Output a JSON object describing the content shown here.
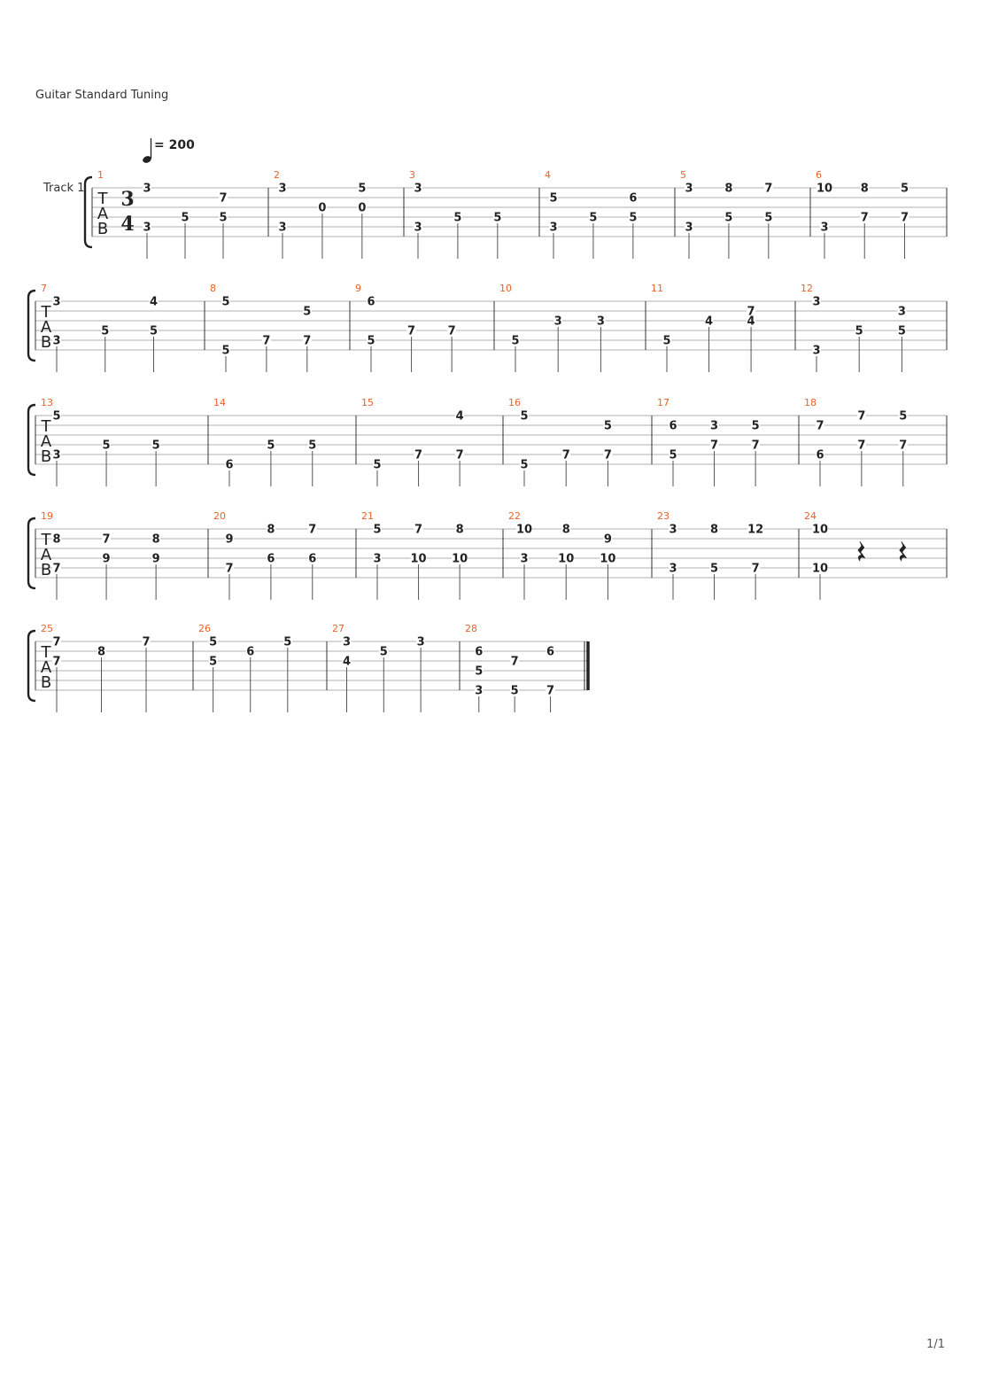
{
  "header": {
    "tuning": "Guitar Standard Tuning",
    "tempo_value": "= 200",
    "track_name": "Track 1",
    "time_signature": {
      "top": "3",
      "bottom": "4"
    },
    "tab_letters": [
      "T",
      "A",
      "B"
    ]
  },
  "footer": {
    "page": "1/1"
  },
  "colors": {
    "measure_number": "#e8622b",
    "staff": "#999999",
    "text": "#222222"
  },
  "systems": [
    {
      "measures": [
        {
          "n": "1",
          "beats": [
            [
              [
                1,
                "3"
              ],
              [
                5,
                "3"
              ]
            ],
            [
              [
                4,
                "5"
              ]
            ],
            [
              [
                2,
                "7"
              ],
              [
                4,
                "5"
              ]
            ]
          ]
        },
        {
          "n": "2",
          "beats": [
            [
              [
                1,
                "3"
              ],
              [
                5,
                "3"
              ]
            ],
            [
              [
                3,
                "0"
              ]
            ],
            [
              [
                1,
                "5"
              ],
              [
                3,
                "0"
              ]
            ]
          ]
        },
        {
          "n": "3",
          "beats": [
            [
              [
                1,
                "3"
              ],
              [
                5,
                "3"
              ]
            ],
            [
              [
                4,
                "5"
              ]
            ],
            [
              [
                4,
                "5"
              ]
            ]
          ]
        },
        {
          "n": "4",
          "beats": [
            [
              [
                2,
                "5"
              ],
              [
                5,
                "3"
              ]
            ],
            [
              [
                4,
                "5"
              ]
            ],
            [
              [
                2,
                "6"
              ],
              [
                4,
                "5"
              ]
            ]
          ]
        },
        {
          "n": "5",
          "beats": [
            [
              [
                1,
                "3"
              ],
              [
                5,
                "3"
              ]
            ],
            [
              [
                1,
                "8"
              ],
              [
                4,
                "5"
              ]
            ],
            [
              [
                1,
                "7"
              ],
              [
                4,
                "5"
              ]
            ]
          ]
        },
        {
          "n": "6",
          "beats": [
            [
              [
                1,
                "10"
              ],
              [
                5,
                "3"
              ]
            ],
            [
              [
                1,
                "8"
              ],
              [
                4,
                "7"
              ]
            ],
            [
              [
                1,
                "5"
              ],
              [
                4,
                "7"
              ]
            ]
          ]
        }
      ]
    },
    {
      "measures": [
        {
          "n": "7",
          "beats": [
            [
              [
                1,
                "3"
              ],
              [
                5,
                "3"
              ]
            ],
            [
              [
                4,
                "5"
              ]
            ],
            [
              [
                1,
                "4"
              ],
              [
                4,
                "5"
              ]
            ]
          ]
        },
        {
          "n": "8",
          "beats": [
            [
              [
                1,
                "5"
              ],
              [
                6,
                "5"
              ]
            ],
            [
              [
                5,
                "7"
              ]
            ],
            [
              [
                2,
                "5"
              ],
              [
                5,
                "7"
              ]
            ]
          ]
        },
        {
          "n": "9",
          "beats": [
            [
              [
                1,
                "6"
              ],
              [
                5,
                "5"
              ]
            ],
            [
              [
                4,
                "7"
              ]
            ],
            [
              [
                4,
                "7"
              ]
            ]
          ]
        },
        {
          "n": "10",
          "beats": [
            [
              [
                5,
                "5"
              ]
            ],
            [
              [
                3,
                "3"
              ]
            ],
            [
              [
                3,
                "3"
              ]
            ]
          ]
        },
        {
          "n": "11",
          "beats": [
            [
              [
                5,
                "5"
              ]
            ],
            [
              [
                3,
                "4"
              ]
            ],
            [
              [
                2,
                "7"
              ],
              [
                3,
                "4"
              ]
            ]
          ]
        },
        {
          "n": "12",
          "beats": [
            [
              [
                1,
                "3"
              ],
              [
                6,
                "3"
              ]
            ],
            [
              [
                4,
                "5"
              ]
            ],
            [
              [
                2,
                "3"
              ],
              [
                4,
                "5"
              ]
            ]
          ]
        }
      ]
    },
    {
      "measures": [
        {
          "n": "13",
          "beats": [
            [
              [
                1,
                "5"
              ],
              [
                5,
                "3"
              ]
            ],
            [
              [
                4,
                "5"
              ]
            ],
            [
              [
                4,
                "5"
              ]
            ]
          ]
        },
        {
          "n": "14",
          "beats": [
            [
              [
                6,
                "6"
              ]
            ],
            [
              [
                4,
                "5"
              ]
            ],
            [
              [
                4,
                "5"
              ]
            ]
          ]
        },
        {
          "n": "15",
          "beats": [
            [
              [
                6,
                "5"
              ]
            ],
            [
              [
                5,
                "7"
              ]
            ],
            [
              [
                1,
                "4"
              ],
              [
                5,
                "7"
              ]
            ]
          ]
        },
        {
          "n": "16",
          "beats": [
            [
              [
                1,
                "5"
              ],
              [
                6,
                "5"
              ]
            ],
            [
              [
                5,
                "7"
              ]
            ],
            [
              [
                2,
                "5"
              ],
              [
                5,
                "7"
              ]
            ]
          ]
        },
        {
          "n": "17",
          "beats": [
            [
              [
                2,
                "6"
              ],
              [
                5,
                "5"
              ]
            ],
            [
              [
                2,
                "3"
              ],
              [
                4,
                "7"
              ]
            ],
            [
              [
                2,
                "5"
              ],
              [
                4,
                "7"
              ]
            ]
          ]
        },
        {
          "n": "18",
          "beats": [
            [
              [
                2,
                "7"
              ],
              [
                5,
                "6"
              ]
            ],
            [
              [
                1,
                "7"
              ],
              [
                4,
                "7"
              ]
            ],
            [
              [
                1,
                "5"
              ],
              [
                4,
                "7"
              ]
            ]
          ]
        }
      ]
    },
    {
      "measures": [
        {
          "n": "19",
          "beats": [
            [
              [
                2,
                "8"
              ],
              [
                5,
                "7"
              ]
            ],
            [
              [
                2,
                "7"
              ],
              [
                4,
                "9"
              ]
            ],
            [
              [
                2,
                "8"
              ],
              [
                4,
                "9"
              ]
            ]
          ]
        },
        {
          "n": "20",
          "beats": [
            [
              [
                2,
                "9"
              ],
              [
                5,
                "7"
              ]
            ],
            [
              [
                1,
                "8"
              ],
              [
                4,
                "6"
              ]
            ],
            [
              [
                1,
                "7"
              ],
              [
                4,
                "6"
              ]
            ]
          ]
        },
        {
          "n": "21",
          "beats": [
            [
              [
                1,
                "5"
              ],
              [
                4,
                "3"
              ]
            ],
            [
              [
                1,
                "7"
              ],
              [
                4,
                "10"
              ]
            ],
            [
              [
                1,
                "8"
              ],
              [
                4,
                "10"
              ]
            ]
          ]
        },
        {
          "n": "22",
          "beats": [
            [
              [
                1,
                "10"
              ],
              [
                4,
                "3"
              ]
            ],
            [
              [
                1,
                "8"
              ],
              [
                4,
                "10"
              ]
            ],
            [
              [
                2,
                "9"
              ],
              [
                4,
                "10"
              ]
            ]
          ]
        },
        {
          "n": "23",
          "beats": [
            [
              [
                1,
                "3"
              ],
              [
                5,
                "3"
              ]
            ],
            [
              [
                1,
                "8"
              ],
              [
                5,
                "5"
              ]
            ],
            [
              [
                1,
                "12"
              ],
              [
                5,
                "7"
              ]
            ]
          ]
        },
        {
          "n": "24",
          "beats": [
            [
              [
                1,
                "10"
              ],
              [
                5,
                "10"
              ]
            ],
            [],
            []
          ],
          "rests": [
            1,
            2
          ]
        }
      ]
    },
    {
      "measures": [
        {
          "n": "25",
          "beats": [
            [
              [
                1,
                "7"
              ],
              [
                3,
                "7"
              ]
            ],
            [
              [
                2,
                "8"
              ]
            ],
            [
              [
                1,
                "7"
              ]
            ]
          ]
        },
        {
          "n": "26",
          "beats": [
            [
              [
                1,
                "5"
              ],
              [
                3,
                "5"
              ]
            ],
            [
              [
                2,
                "6"
              ]
            ],
            [
              [
                1,
                "5"
              ]
            ]
          ]
        },
        {
          "n": "27",
          "beats": [
            [
              [
                1,
                "3"
              ],
              [
                3,
                "4"
              ]
            ],
            [
              [
                2,
                "5"
              ]
            ],
            [
              [
                1,
                "3"
              ]
            ]
          ]
        },
        {
          "n": "28",
          "beats": [
            [
              [
                2,
                "6"
              ],
              [
                4,
                "5"
              ],
              [
                6,
                "3"
              ]
            ],
            [
              [
                3,
                "7"
              ],
              [
                6,
                "5"
              ]
            ],
            [
              [
                2,
                "6"
              ],
              [
                6,
                "7"
              ]
            ]
          ]
        }
      ]
    }
  ]
}
